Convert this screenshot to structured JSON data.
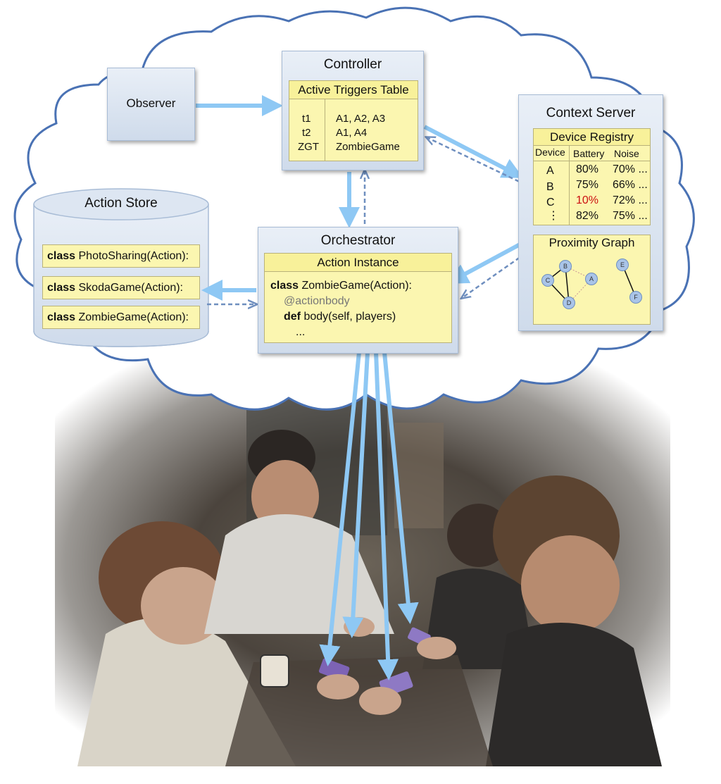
{
  "observer": {
    "title": "Observer"
  },
  "controller": {
    "title": "Controller",
    "table": {
      "title": "Active Triggers Table",
      "rows": [
        {
          "trigger": "t1",
          "actions": "A1, A2, A3"
        },
        {
          "trigger": "t2",
          "actions": "A1, A4"
        },
        {
          "trigger": "ZGT",
          "actions": "ZombieGame"
        }
      ]
    }
  },
  "context_server": {
    "title": "Context Server",
    "registry": {
      "title": "Device Registry",
      "headers": [
        "Device",
        "Battery",
        "Noise"
      ],
      "rows": [
        {
          "device": "A",
          "battery": "80%",
          "noise": "70% ..."
        },
        {
          "device": "B",
          "battery": "75%",
          "noise": "66% ..."
        },
        {
          "device": "C",
          "battery": "10%",
          "noise": "72% ..."
        },
        {
          "device": "⋮",
          "battery": "82%",
          "noise": "75% ..."
        }
      ],
      "low_battery_color": "#cc1111"
    },
    "proximity": {
      "title": "Proximity Graph",
      "nodes": [
        "A",
        "B",
        "C",
        "D",
        "E",
        "F"
      ]
    }
  },
  "action_store": {
    "title": "Action Store",
    "items": [
      {
        "keyword": "class",
        "rest": " PhotoSharing(Action):"
      },
      {
        "keyword": "class",
        "rest": " SkodaGame(Action):"
      },
      {
        "keyword": "class",
        "rest": " ZombieGame(Action):"
      }
    ]
  },
  "orchestrator": {
    "title": "Orchestrator",
    "instance": {
      "title": "Action Instance",
      "line1_kw": "class",
      "line1_rest": " ZombieGame(Action):",
      "decorator": "@actionbody",
      "line3_kw": "def",
      "line3_rest": " body(self, players)",
      "ellipsis": "..."
    }
  },
  "colors": {
    "arrow": "#8ec8f4",
    "dashed_arrow": "#6f8fbf",
    "box_top": "#e9eff7",
    "box_bottom": "#cfdbeb",
    "note_yellow": "#fbf6b0"
  }
}
